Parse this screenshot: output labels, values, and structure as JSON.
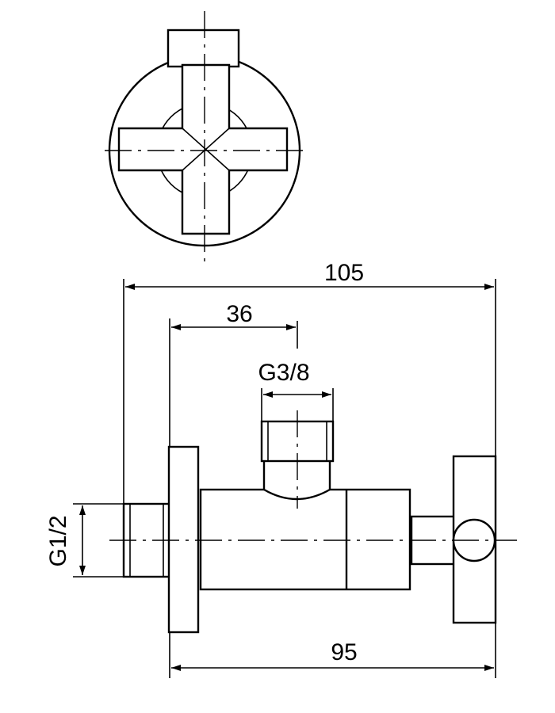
{
  "dimensions": {
    "overall_length": "105",
    "outlet_offset": "36",
    "outlet_thread": "G3/8",
    "inlet_thread": "G1/2",
    "body_length": "95"
  }
}
